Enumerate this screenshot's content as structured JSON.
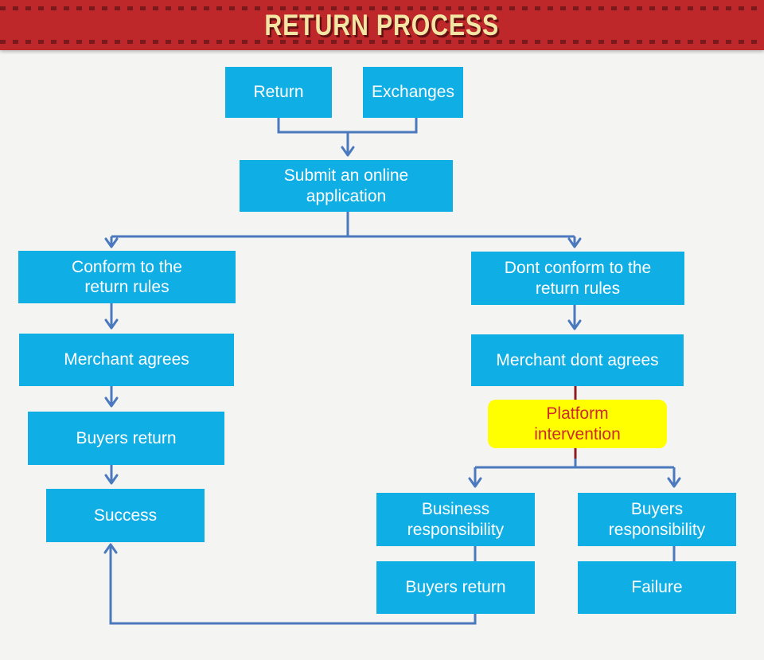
{
  "header": {
    "title": "RETURN PROCESS"
  },
  "palette": {
    "banner_red": "#be282b",
    "banner_dash": "#7a191b",
    "title_text": "#f3e5a3",
    "title_shadow": "#641012",
    "node_fill": "#0faee5",
    "node_text": "#ffffff",
    "connector_blue": "#4a79be",
    "connector_red": "#8e1b20",
    "platform_fill": "#ffff00",
    "platform_text": "#ce2a2a",
    "page_background": "#f4f4f2"
  },
  "nodes": {
    "return": {
      "label": "Return"
    },
    "exchanges": {
      "label": "Exchanges"
    },
    "submit": {
      "label": "Submit an online\napplication"
    },
    "conform": {
      "label": "Conform to the\nreturn rules"
    },
    "dont_conform": {
      "label": "Dont conform to the\nreturn rules"
    },
    "merchant_agrees": {
      "label": "Merchant agrees"
    },
    "merchant_dont_agrees": {
      "label": "Merchant dont agrees"
    },
    "platform_intervention": {
      "label": "Platform\nintervention"
    },
    "buyers_return_left": {
      "label": "Buyers return"
    },
    "success": {
      "label": "Success"
    },
    "business_responsibility": {
      "label": "Business\nresponsibility"
    },
    "buyers_responsibility": {
      "label": "Buyers\nresponsibility"
    },
    "buyers_return_right": {
      "label": "Buyers return"
    },
    "failure": {
      "label": "Failure"
    }
  }
}
